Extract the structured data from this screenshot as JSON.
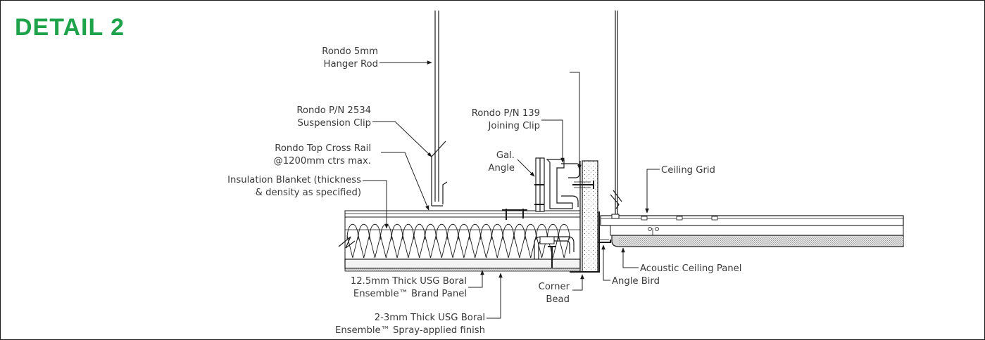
{
  "title": "DETAIL 2",
  "colors": {
    "title": "#1fa34a",
    "line": "#1a1a1a",
    "text": "#3a3a3a",
    "board": "#f3f3f3",
    "panel": "#d8d8d8"
  },
  "labels": {
    "hanger_rod": [
      "Rondo 5mm",
      "Hanger Rod"
    ],
    "suspension_clip": [
      "Rondo P/N 2534",
      "Suspension Clip"
    ],
    "cross_rail": [
      "Rondo Top Cross Rail",
      "@1200mm ctrs max."
    ],
    "insulation": [
      "Insulation Blanket (thickness",
      "& density as specified)"
    ],
    "joining_clip": [
      "Rondo P/N 139",
      "Joining Clip"
    ],
    "gal_angle": [
      "Gal.",
      "Angle"
    ],
    "ceiling_grid": [
      "Ceiling Grid"
    ],
    "acoustic_panel": [
      "Acoustic Ceiling Panel"
    ],
    "angle_bird": [
      "Angle Bird"
    ],
    "corner_bead": [
      "Corner",
      "Bead"
    ],
    "ensemble_panel": [
      "12.5mm Thick USG Boral",
      "Ensemble™ Brand Panel"
    ],
    "spray_finish": [
      "2-3mm Thick USG Boral",
      "Ensemble™ Spray-applied finish"
    ]
  }
}
